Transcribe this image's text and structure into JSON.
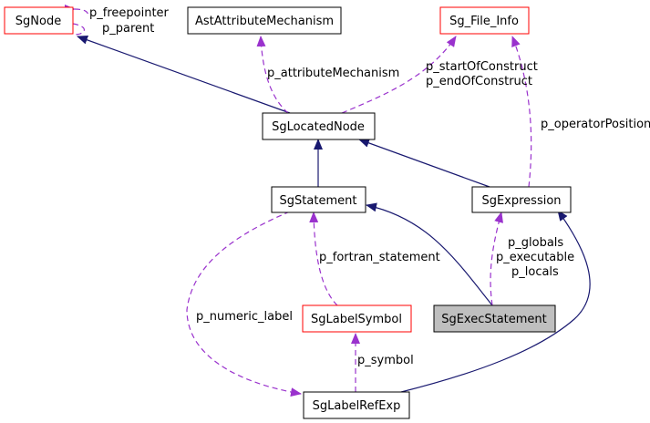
{
  "nodes": {
    "sgnode": "SgNode",
    "ast_attribute_mechanism": "AstAttributeMechanism",
    "sg_file_info": "Sg_File_Info",
    "sg_located_node": "SgLocatedNode",
    "sg_statement": "SgStatement",
    "sg_expression": "SgExpression",
    "sg_label_symbol": "SgLabelSymbol",
    "sg_exec_statement": "SgExecStatement",
    "sg_label_ref_exp": "SgLabelRefExp"
  },
  "edge_labels": {
    "freepointer": "p_freepointer",
    "parent": "p_parent",
    "attribute_mechanism": "p_attributeMechanism",
    "start_of_construct": "p_startOfConstruct",
    "end_of_construct": "p_endOfConstruct",
    "operator_position": "p_operatorPosition",
    "fortran_statement": "p_fortran_statement",
    "globals": "p_globals",
    "executable": "p_executable",
    "locals": "p_locals",
    "numeric_label": "p_numeric_label",
    "symbol": "p_symbol"
  },
  "colors": {
    "inheritance": "#191970",
    "usage": "#9a32cd",
    "incomplete_border": "#ff0000",
    "complete_border": "#000000",
    "highlight_fill": "#bfbfbf"
  }
}
